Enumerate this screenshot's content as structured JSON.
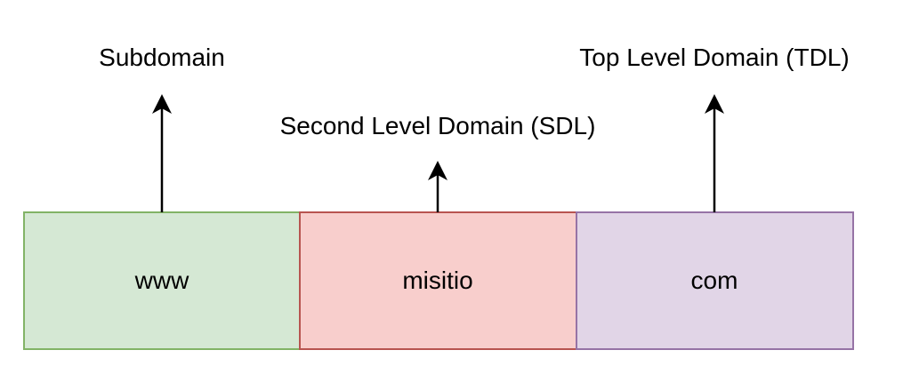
{
  "segments": [
    {
      "text": "www",
      "label": "Subdomain",
      "fill": "#d5e8d4",
      "stroke": "#82b366"
    },
    {
      "text": "misitio",
      "label": "Second Level Domain (SDL)",
      "fill": "#f8cecc",
      "stroke": "#b85450"
    },
    {
      "text": "com",
      "label": "Top Level Domain (TDL)",
      "fill": "#e1d5e7",
      "stroke": "#9673a6"
    }
  ],
  "arrow_color": "#000000"
}
